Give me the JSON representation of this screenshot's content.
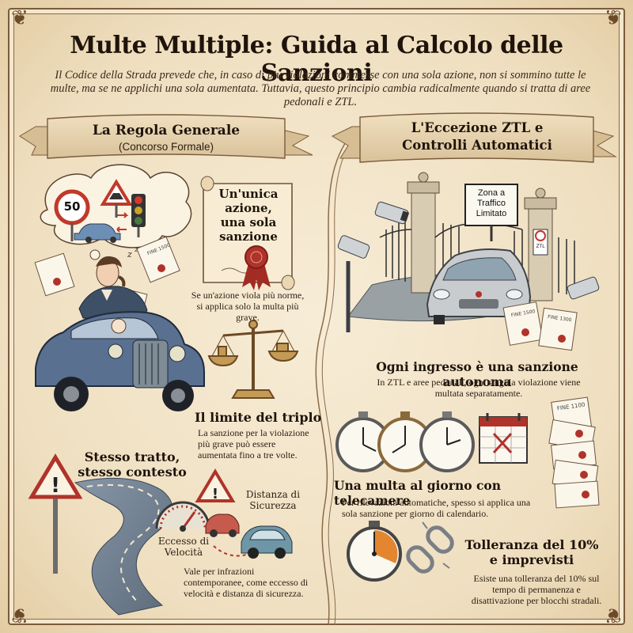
{
  "title": "Multe Multiple: Guida al Calcolo delle Sanzioni",
  "intro": "Il Codice della Strada prevede che, in caso di più violazioni commesse con una sola azione, non si sommino tutte le multe, ma se ne applichi una sola aumentata. Tuttavia, questo principio cambia radicalmente quando si tratta di aree pedonali e ZTL.",
  "left": {
    "banner_title": "La Regola Generale",
    "banner_subtitle": "(Concorso Formale)",
    "speed_sign": "50",
    "ticket_label": "FINE 1500",
    "scroll_text": [
      "Un'unica",
      "azione,",
      "una sola",
      "sanzione"
    ],
    "rule_text": "Se un'azione viola più norme, si applica solo la multa più grave.",
    "triple_heading": "Il limite del triplo",
    "triple_text": "La sanzione per la violazione più grave può essere aumentata fino a tre volte.",
    "same_heading": [
      "Stesso tratto,",
      "stesso contesto"
    ],
    "speed_label": [
      "Eccesso di",
      "Velocità"
    ],
    "distance_label": [
      "Distanza di",
      "Sicurezza"
    ],
    "same_text": "Vale per infrazioni contemporanee, come eccesso di velocità e distanza di sicurezza."
  },
  "right": {
    "banner_title": [
      "L'Eccezione ZTL e",
      "Controlli Automatici"
    ],
    "zone_sign": [
      "Zona a",
      "Traffico",
      "Limitato"
    ],
    "ztl_post_label": "ZTL",
    "ticket_labels": [
      "FINE 1500",
      "FINE 1300"
    ],
    "entry_heading": "Ogni ingresso è una sanzione autonoma",
    "entry_text": "In ZTL e aree pedonali, ogni singola violazione viene multata separatamente.",
    "day_heading": "Una multa al giorno con telecamere",
    "day_text": "Per rilevazioni automatiche, spesso si applica una sola sanzione per giorno di calendario.",
    "stack_ticket_label": "FINE 1100",
    "tolerance_heading": [
      "Tolleranza del 10%",
      "e imprevisti"
    ],
    "tolerance_text": "Esiste una tolleranza del 10% sul tempo di permanenza e disattivazione per blocchi stradali."
  },
  "colors": {
    "paper": "#f3e6cc",
    "ink": "#2b1d12",
    "accent_red": "#b0332a",
    "car_blue": "#5a7090",
    "car_silver": "#c9cccf",
    "orange": "#e3862f"
  }
}
